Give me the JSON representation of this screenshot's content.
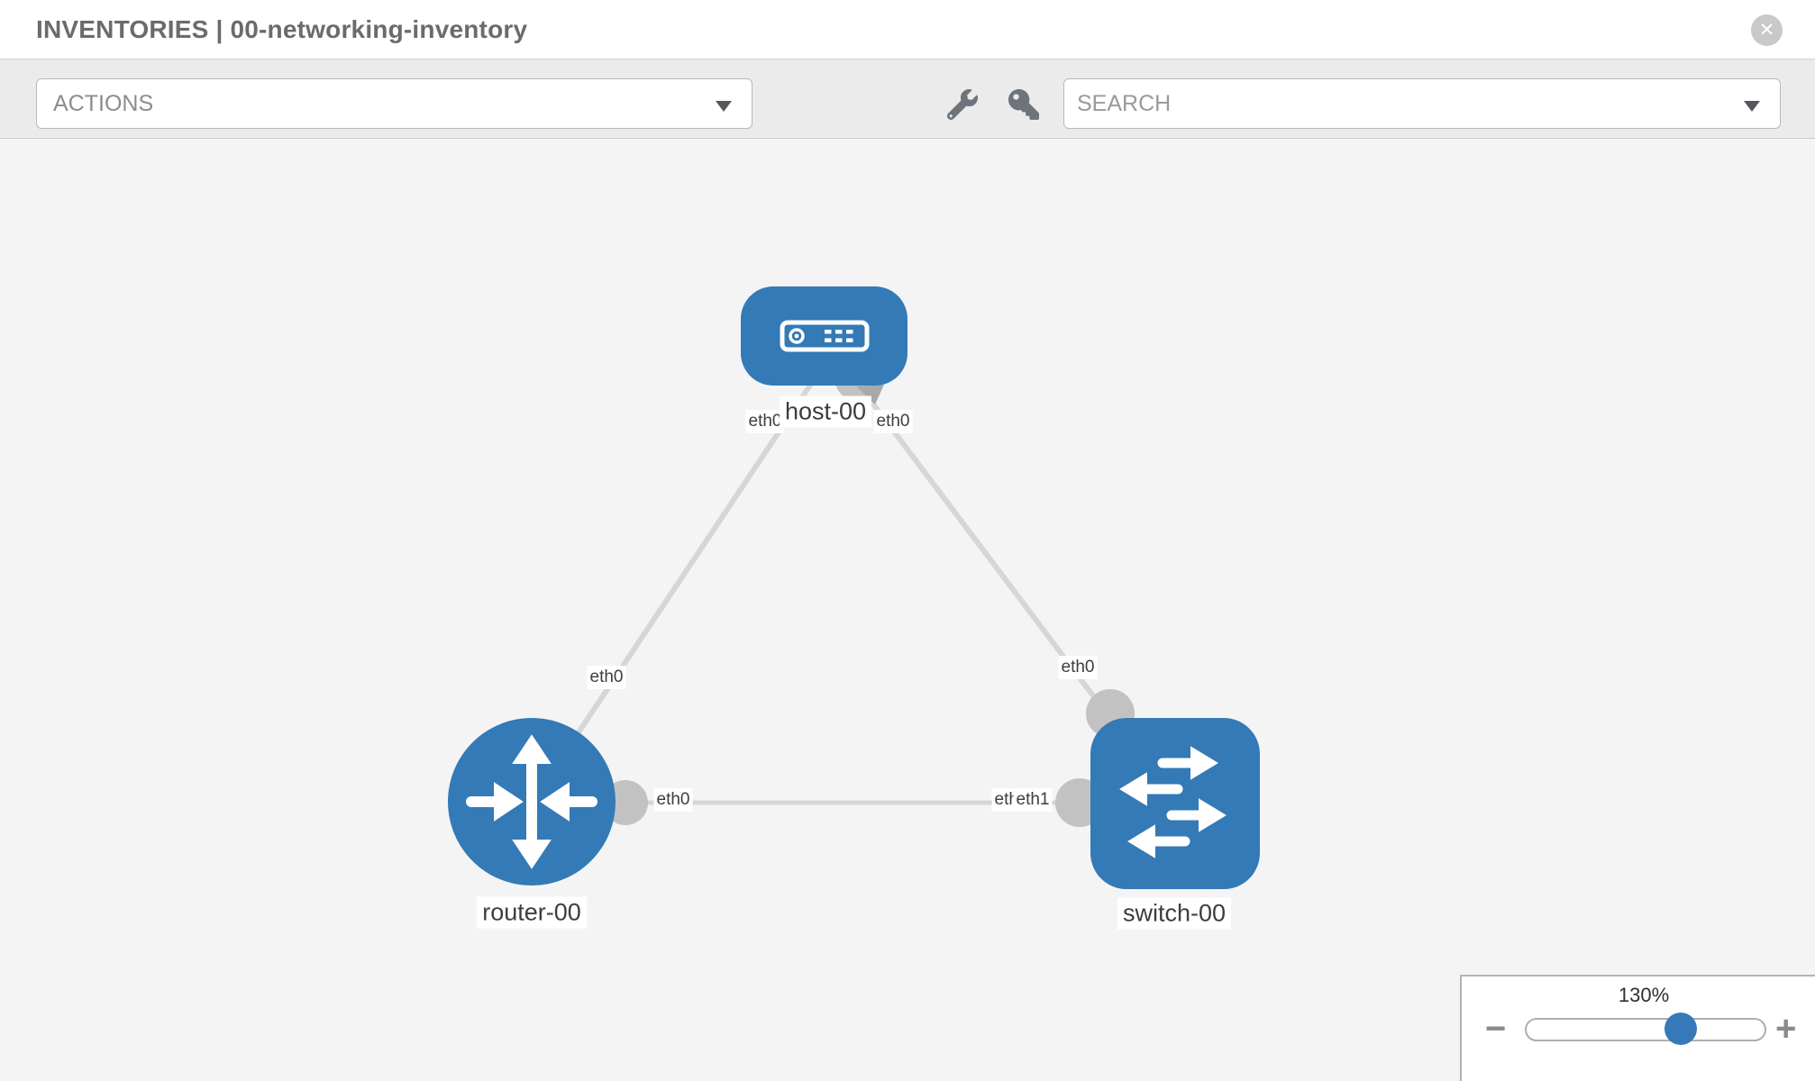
{
  "header": {
    "title": "INVENTORIES | 00-networking-inventory",
    "close_glyph": "✕"
  },
  "toolbar": {
    "actions": {
      "label": "ACTIONS"
    },
    "search": {
      "placeholder": "SEARCH"
    },
    "icons": [
      "wrench-icon",
      "key-icon"
    ]
  },
  "topology": {
    "nodes": [
      {
        "label": "host-00",
        "type": "host"
      },
      {
        "label": "router-00",
        "type": "router"
      },
      {
        "label": "switch-00",
        "type": "switch"
      }
    ],
    "iface_labels": [
      {
        "text": "eth0"
      },
      {
        "text": "eth0"
      },
      {
        "text": "eth0"
      },
      {
        "text": "eth0"
      },
      {
        "text": "eth0"
      },
      {
        "text": "eth1"
      },
      {
        "text": "eth0"
      }
    ]
  },
  "zoom_control": {
    "level": "130%",
    "minus_label": "−",
    "plus_label": "+"
  },
  "colors": {
    "node_blue": "#337ab7",
    "link_gray": "#d6d6d6",
    "interface_gray": "#c2c2c2",
    "toolbar_bg": "#ebebeb",
    "canvas_bg": "#f4f4f4"
  }
}
